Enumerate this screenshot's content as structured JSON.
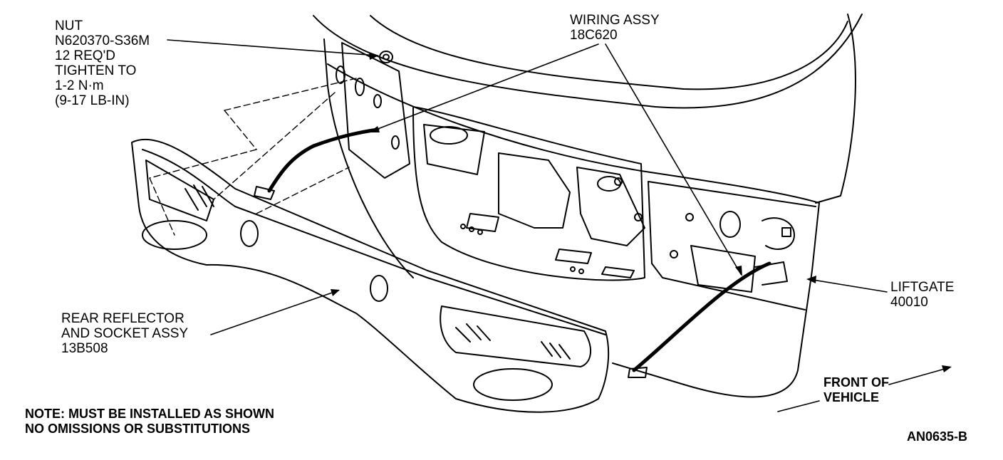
{
  "labels": {
    "nut": [
      "NUT",
      "N620370-S36M",
      "12 REQ'D",
      "TIGHTEN TO",
      "1-2 N·m",
      "(9-17 LB-IN)"
    ],
    "wiring": [
      "WIRING ASSY",
      "18C620"
    ],
    "liftgate": [
      "LIFTGATE",
      "40010"
    ],
    "reflector": [
      "REAR REFLECTOR",
      "AND SOCKET ASSY",
      "13B508"
    ],
    "front_of_vehicle": [
      "FRONT OF",
      "VEHICLE"
    ],
    "note": [
      "NOTE: MUST BE INSTALLED AS SHOWN",
      "NO OMISSIONS OR SUBSTITUTIONS"
    ],
    "figure_code": "AN0635-B"
  },
  "colors": {
    "ink": "#000000",
    "paper": "#ffffff"
  }
}
